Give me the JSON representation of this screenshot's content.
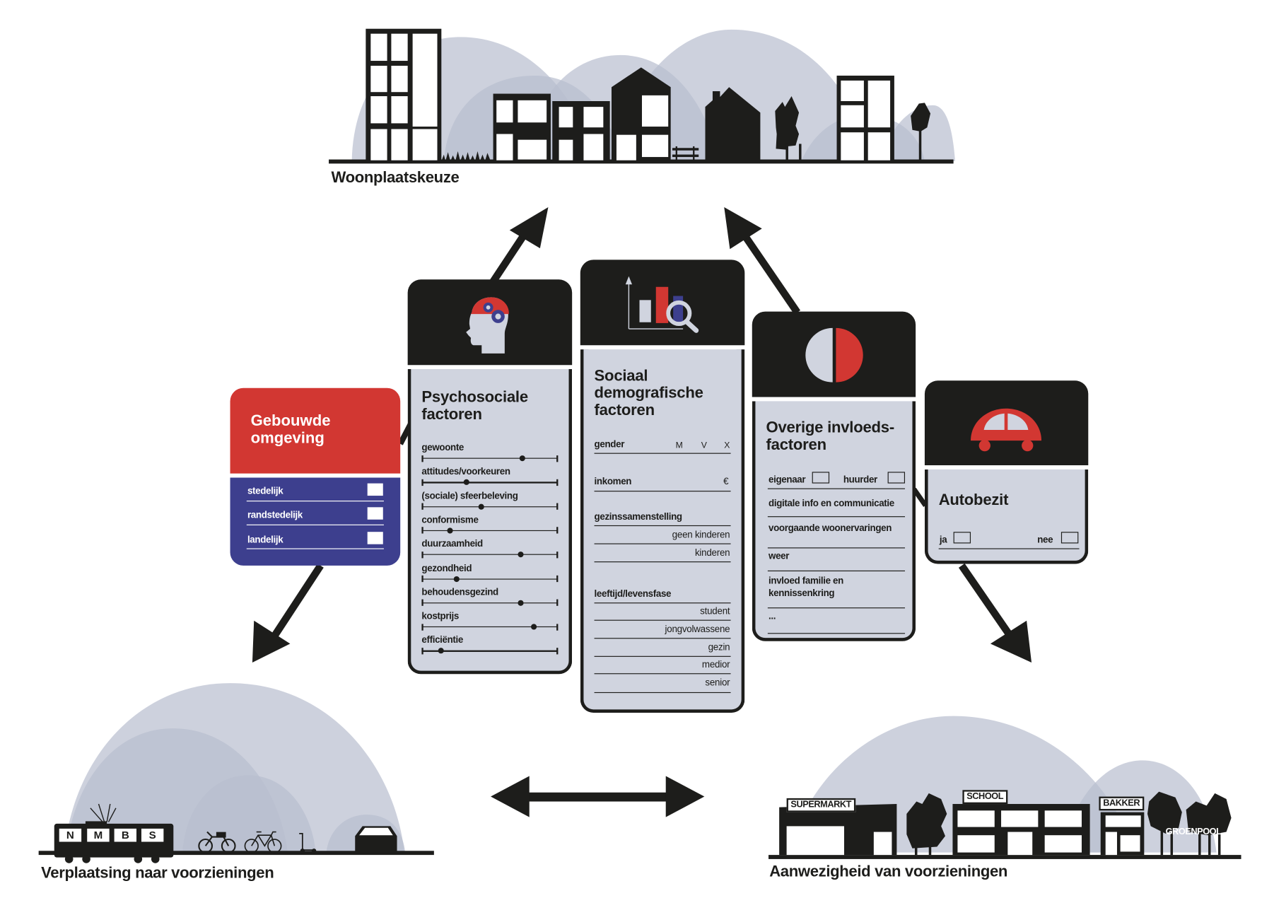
{
  "top_scene": {
    "label": "Woonplaatskeuze"
  },
  "bottom_left_scene": {
    "label": "Verplaatsing naar voorzieningen",
    "train_letters": [
      "N",
      "M",
      "B",
      "S"
    ],
    "icons": [
      "train-icon",
      "moped-icon",
      "bicycle-icon",
      "scooter-icon",
      "car-icon"
    ]
  },
  "bottom_right_scene": {
    "label": "Aanwezigheid van voorzieningen",
    "signs": {
      "supermarkt": "SUPERMARKT",
      "school": "SCHOOL",
      "bakker": "BAKKER",
      "groenpool": "GROENPOOL"
    }
  },
  "gebouwde_omgeving": {
    "title_line1": "Gebouwde",
    "title_line2": "omgeving",
    "items": [
      {
        "label": "stedelijk"
      },
      {
        "label": "randstedelijk"
      },
      {
        "label": "landelijk"
      }
    ],
    "colors": {
      "head": "#d23732",
      "body": "#3d3f8e"
    }
  },
  "psychosociale": {
    "title_line1": "Psychosociale",
    "title_line2": "factoren",
    "icon": "head-gears-icon",
    "sliders": [
      {
        "label": "gewoonte",
        "value": 0.74
      },
      {
        "label": "attitudes/voorkeuren",
        "value": 0.33
      },
      {
        "label": "(sociale) sfeerbeleving",
        "value": 0.44
      },
      {
        "label": "conformisme",
        "value": 0.21
      },
      {
        "label": "duurzaamheid",
        "value": 0.73
      },
      {
        "label": "gezondheid",
        "value": 0.26
      },
      {
        "label": "behoudensgezind",
        "value": 0.73
      },
      {
        "label": "kostprijs",
        "value": 0.83
      },
      {
        "label": "efficiëntie",
        "value": 0.14
      }
    ]
  },
  "sociaal_demografisch": {
    "title_line1": "Sociaal",
    "title_line2": "demografische",
    "title_line3": "factoren",
    "icon": "bar-chart-magnifier-icon",
    "gender": {
      "label": "gender",
      "options": [
        "M",
        "V",
        "X"
      ]
    },
    "inkomen": {
      "label": "inkomen",
      "unit": "€"
    },
    "gezin": {
      "label": "gezinssamenstelling",
      "options": [
        "geen kinderen",
        "kinderen"
      ]
    },
    "leeftijd": {
      "label": "leeftijd/levensfase",
      "options": [
        "student",
        "jongvolwassene",
        "gezin",
        "medior",
        "senior"
      ]
    }
  },
  "overige": {
    "title_line1": "Overige invloeds-",
    "title_line2": "factoren",
    "icon": "half-circle-icon",
    "eigenaar": "eigenaar",
    "huurder": "huurder",
    "items": [
      {
        "label": "digitale info en communicatie"
      },
      {
        "label": "voorgaande woonervaringen"
      },
      {
        "label": "weer"
      },
      {
        "label": "invloed familie en kennissenkring"
      },
      {
        "label": "..."
      }
    ]
  },
  "autobezit": {
    "title": "Autobezit",
    "icon": "car-icon",
    "ja": "ja",
    "nee": "nee"
  }
}
